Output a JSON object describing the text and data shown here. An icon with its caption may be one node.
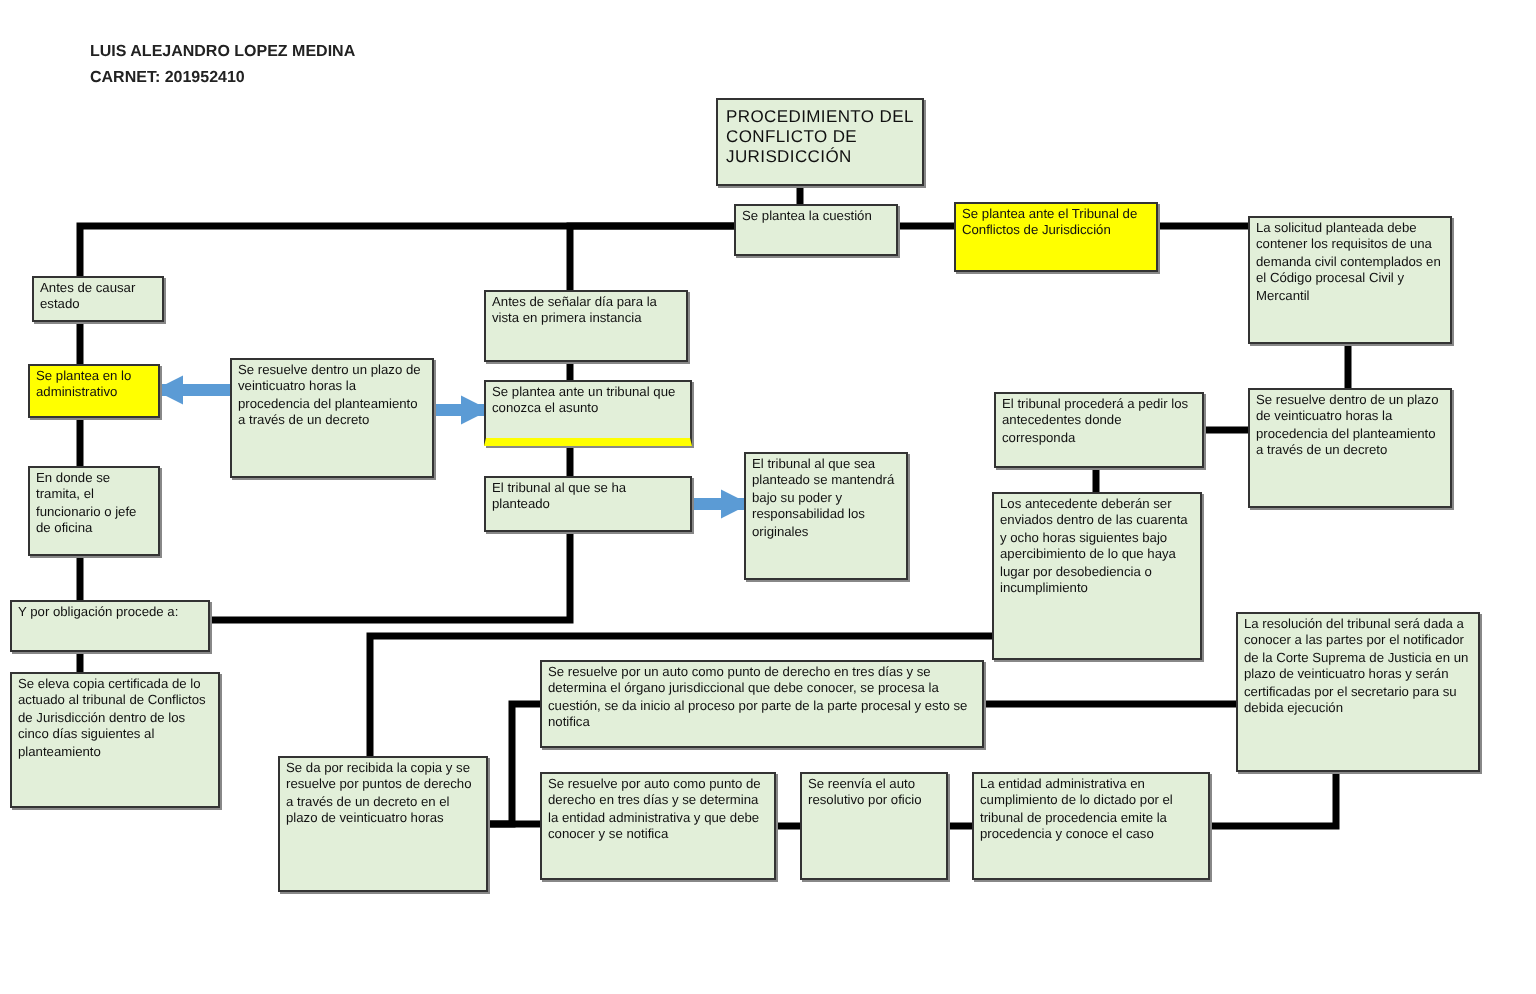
{
  "diagram": {
    "nodes": [
      {
        "text": [
          "PROCEDIMIENTO DEL CONFLICTO DE JURISDICCIÓN"
        ]
      },
      {
        "text": [
          "Se plantea la cuestión"
        ]
      },
      {
        "text": [
          "Se plantea ante el Tribunal de Conflictos de Jurisdicción"
        ]
      },
      {
        "text": [
          "La solicitud planteada debe contener los requisitos de una demanda civil contemplados en el Código procesal Civil y Mercantil"
        ]
      },
      {
        "text": [
          "Se resuelve dentro de un plazo de veinticuatro horas la procedencia del planteamiento a través de un decreto"
        ]
      },
      {
        "text": [
          "El tribunal procederá a pedir los antecedentes donde corresponda"
        ]
      },
      {
        "text": [
          "Los antecedente deberán ser enviados dentro de las cuarenta y ocho horas siguientes bajo apercibimiento de lo que haya lugar por desobediencia o incumplimiento"
        ]
      },
      {
        "text": [
          "Antes de causar estado"
        ]
      },
      {
        "text": [
          "Se plantea en lo administrativo"
        ]
      },
      {
        "text": [
          "En donde se tramita, el funcionario o jefe de oficina"
        ]
      },
      {
        "text": [
          "Y por obligación procede a:"
        ]
      },
      {
        "text": [
          "Se eleva copia certificada de lo actuado al tribunal de Conflictos de Jurisdicción dentro de los cinco días siguientes al planteamiento"
        ]
      },
      {
        "text": [
          "Se resuelve dentro un plazo de veinticuatro horas la procedencia del planteamiento a través de un decreto"
        ]
      },
      {
        "text": [
          "Antes de señalar día para la vista en primera instancia"
        ]
      },
      {
        "text": [
          "Se plantea ante un tribunal que conozca el asunto"
        ]
      },
      {
        "text": [
          "El tribunal al que se ha planteado"
        ]
      },
      {
        "text": [
          "El tribunal al que sea planteado se mantendrá bajo su poder y responsabilidad los originales"
        ]
      },
      {
        "text": [
          "Se da por recibida la copia y se resuelve por puntos de derecho a través de un decreto en el plazo de veinticuatro horas"
        ]
      },
      {
        "text": [
          "Se resuelve por un auto como punto de derecho en tres días y se determina el órgano jurisdiccional que debe conocer, se procesa la cuestión, se da inicio al proceso por parte de la parte procesal y esto se notifica"
        ]
      },
      {
        "text": [
          "Se resuelve por auto como punto de derecho en tres días y se determina la entidad administrativa y que debe conocer y se notifica"
        ]
      },
      {
        "text": [
          "Se reenvía el auto resolutivo por oficio"
        ]
      },
      {
        "text": [
          "La entidad administrativa en cumplimiento de lo dictado por el tribunal de procedencia emite la procedencia y conoce el caso"
        ]
      },
      {
        "text": [
          "La resolución del tribunal será dada a conocer a las partes por el notificador de la Corte Suprema de Justicia en un plazo de veinticuatro horas y serán certificadas por el secretario para su debida ejecución"
        ]
      }
    ],
    "edges": [
      {
        "from": 0,
        "to": 1,
        "arrow": "none"
      },
      {
        "from": 1,
        "to": 2,
        "arrow": "none"
      },
      {
        "from": 2,
        "to": 3,
        "arrow": "none"
      },
      {
        "from": 3,
        "to": 4,
        "arrow": "none"
      },
      {
        "from": 4,
        "to": 5,
        "arrow": "none"
      },
      {
        "from": 5,
        "to": 6,
        "arrow": "none"
      },
      {
        "from": 1,
        "to": 7,
        "arrow": "none"
      },
      {
        "from": 1,
        "to": 13,
        "arrow": "none"
      },
      {
        "from": 7,
        "to": 8,
        "arrow": "none"
      },
      {
        "from": 8,
        "to": 9,
        "arrow": "none"
      },
      {
        "from": 9,
        "to": 10,
        "arrow": "none"
      },
      {
        "from": 10,
        "to": 11,
        "arrow": "none"
      },
      {
        "from": 13,
        "to": 14,
        "arrow": "none"
      },
      {
        "from": 14,
        "to": 15,
        "arrow": "none"
      },
      {
        "from": 15,
        "to": 10,
        "arrow": "none"
      },
      {
        "from": 12,
        "to": 8,
        "arrow": "to",
        "color": "#5b9bd5"
      },
      {
        "from": 12,
        "to": 14,
        "arrow": "to",
        "color": "#5b9bd5"
      },
      {
        "from": 15,
        "to": 16,
        "arrow": "to",
        "color": "#5b9bd5"
      },
      {
        "from": 6,
        "to": 17,
        "arrow": "none"
      },
      {
        "from": 17,
        "to": 18,
        "arrow": "none"
      },
      {
        "from": 17,
        "to": 19,
        "arrow": "none"
      },
      {
        "from": 19,
        "to": 20,
        "arrow": "none"
      },
      {
        "from": 20,
        "to": 21,
        "arrow": "none"
      },
      {
        "from": 18,
        "to": 22,
        "arrow": "none"
      },
      {
        "from": 21,
        "to": 22,
        "arrow": "none"
      }
    ],
    "labels": [
      "LUIS ALEJANDRO LOPEZ MEDINA",
      "CARNET: 201952410"
    ]
  }
}
